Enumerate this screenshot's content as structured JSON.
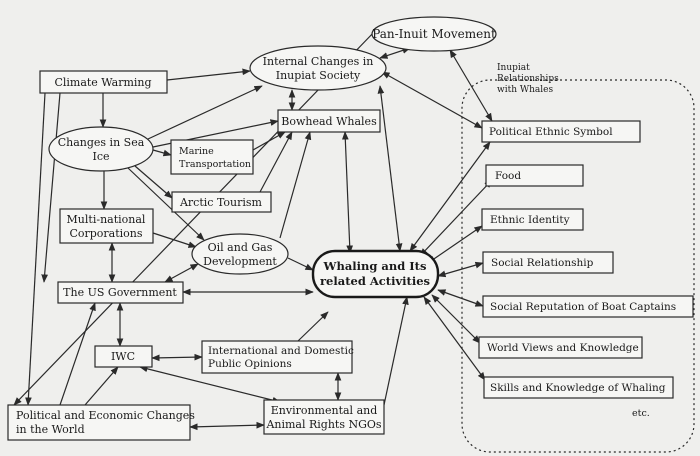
{
  "diagram": {
    "nodes": {
      "pan_inuit": "Pan-Inuit Movement",
      "internal_changes": [
        "Internal Changes in",
        "Inupiat Society"
      ],
      "climate_warming": "Climate Warming",
      "changes_sea_ice": [
        "Changes in Sea",
        "Ice"
      ],
      "marine_transport": [
        "Marine",
        "Transportation"
      ],
      "bowhead_whales": "Bowhead Whales",
      "arctic_tourism": "Arctic Tourism",
      "multinational": [
        "Multi-national",
        "Corporations"
      ],
      "oil_gas": [
        "Oil and Gas",
        "Development"
      ],
      "us_government": "The US Government",
      "whaling": [
        "Whaling and Its",
        "related Activities"
      ],
      "iwc": "IWC",
      "public_opinions": [
        "International and Domestic",
        "Public Opinions"
      ],
      "political_economic": [
        "Political and Economic Changes",
        "in the World"
      ],
      "ngos": [
        "Environmental and",
        "Animal Rights NGOs"
      ]
    },
    "group": {
      "title": [
        "Inupiat",
        "Relationships",
        "with Whales"
      ],
      "items": [
        "Political Ethnic Symbol",
        "Food",
        "Ethnic Identity",
        "Social Relationship",
        "Social Reputation of Boat Captains",
        "World Views and Knowledge",
        "Skills and Knowledge of Whaling"
      ],
      "etc": "etc."
    }
  }
}
